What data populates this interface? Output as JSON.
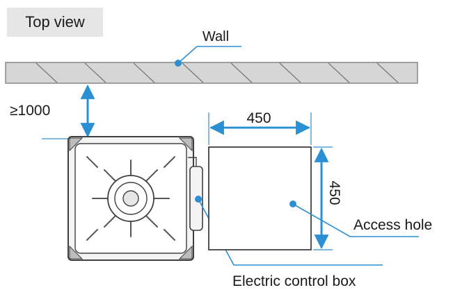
{
  "title": "Top view",
  "labels": {
    "wall": "Wall",
    "clearance": "≥1000",
    "access_width": "450",
    "access_height": "450",
    "access_hole": "Access hole",
    "control_box": "Electric control box"
  },
  "colors": {
    "leader": "#2b8fd3",
    "outline": "#404040",
    "title_bg": "#e6e6e6",
    "wall_fill": "#d6d6d6",
    "unit_fill": "#f4f4f4"
  }
}
